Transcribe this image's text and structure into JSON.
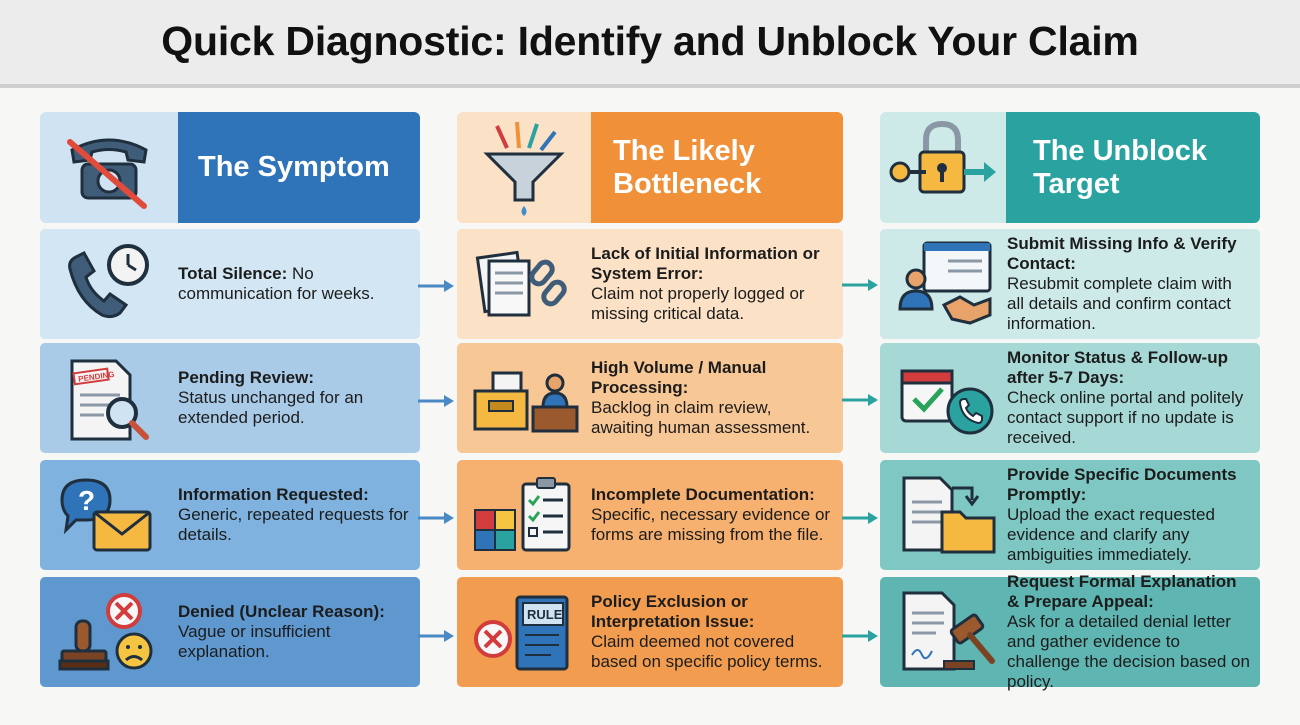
{
  "title": "Quick Diagnostic: Identify and Unblock Your Claim",
  "colors": {
    "symptom_header": "#2f73b8",
    "symptom_header_icon_bg": "#cfe3f2",
    "bottleneck_header": "#f0913a",
    "bottleneck_header_icon_bg": "#fbe1c6",
    "target_header": "#2aa3a0",
    "target_header_icon_bg": "#cdeae8",
    "arrow": "#4a8ac4"
  },
  "columns": {
    "symptom": {
      "header": "The Symptom",
      "header_icon": "crossed-phone-icon",
      "rows": [
        {
          "title": "Total Silence:",
          "body": " No communication for weeks.",
          "icon": "phone-clock-icon",
          "bg": "#d3e6f3"
        },
        {
          "title": "Pending Review:",
          "body": "Status unchanged for an extended period.",
          "icon": "pending-document-magnifier-icon",
          "bg": "#a9cbe8"
        },
        {
          "title": "Information Requested:",
          "body": "Generic, repeated requests for details.",
          "icon": "question-envelope-icon",
          "bg": "#7fb2de"
        },
        {
          "title": "Denied (Unclear Reason):",
          "body": "Vague or insufficient explanation.",
          "icon": "stamp-x-sad-icon",
          "bg": "#5f98cf"
        }
      ]
    },
    "bottleneck": {
      "header": "The Likely Bottleneck",
      "header_icon": "funnel-arrows-icon",
      "rows": [
        {
          "title": "Lack of Initial Information or System Error:",
          "body": "Claim not properly logged or missing critical data.",
          "icon": "documents-broken-chain-icon",
          "bg": "#fbe1c6"
        },
        {
          "title": "High Volume / Manual Processing:",
          "body": "Backlog in claim review, awaiting human assessment.",
          "icon": "inbox-tray-clerk-icon",
          "bg": "#f8c796"
        },
        {
          "title": "Incomplete Documentation:",
          "body": "Specific, necessary evidence or forms are missing from the file.",
          "icon": "puzzle-checklist-icon",
          "bg": "#f6b070"
        },
        {
          "title": "Policy Exclusion or Interpretation Issue:",
          "body": "Claim deemed not covered based on specific policy terms.",
          "icon": "x-rule-book-icon",
          "bg": "#f29c4f"
        }
      ]
    },
    "target": {
      "header": "The Unblock Target",
      "header_icon": "key-padlock-arrow-icon",
      "rows": [
        {
          "title": "Submit Missing Info & Verify Contact:",
          "body": "Resubmit complete claim with all details and confirm contact information.",
          "icon": "form-handshake-icon",
          "bg": "#cdeae8"
        },
        {
          "title": "Monitor Status & Follow-up after 5-7 Days:",
          "body": "Check online portal and politely contact support if no update is received.",
          "icon": "calendar-check-phone-icon",
          "bg": "#a6d9d6"
        },
        {
          "title": "Provide Specific Documents Promptly:",
          "body": "Upload the exact requested evidence and clarify any ambiguities immediately.",
          "icon": "document-folder-upload-icon",
          "bg": "#7ec7c3"
        },
        {
          "title": "Request Formal Explanation & Prepare Appeal:",
          "body": "Ask for a detailed denial letter and gather evidence to challenge the decision based on policy.",
          "icon": "document-gavel-icon",
          "bg": "#5fb5b1"
        }
      ]
    }
  }
}
